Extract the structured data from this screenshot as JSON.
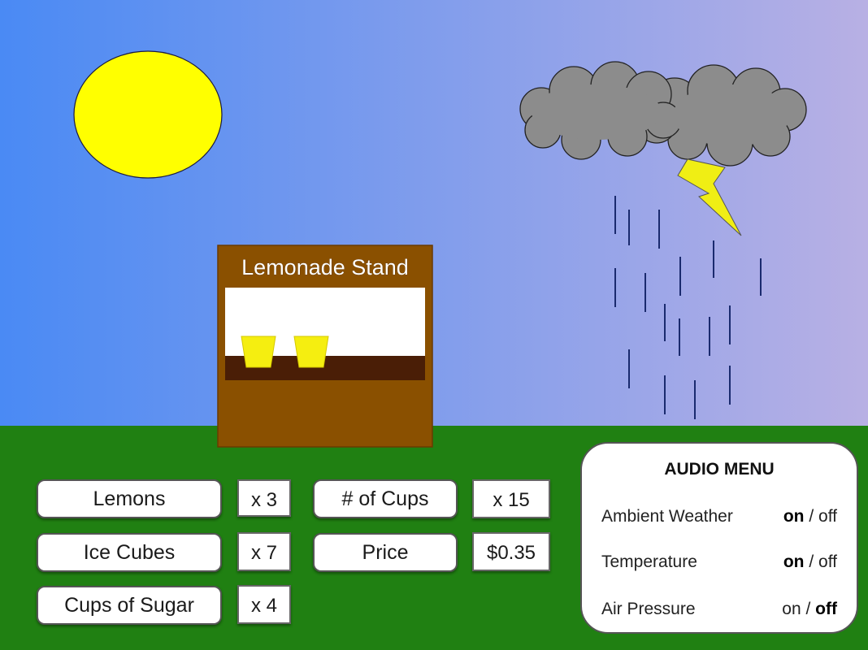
{
  "stand": {
    "sign": "Lemonade Stand"
  },
  "inventory": [
    {
      "label": "Lemons",
      "count": "x 3"
    },
    {
      "label": "Ice Cubes",
      "count": "x 7"
    },
    {
      "label": "Cups of Sugar",
      "count": "x 4"
    }
  ],
  "sales": [
    {
      "label": "# of Cups",
      "value": "x 15"
    },
    {
      "label": "Price",
      "value": "$0.35"
    }
  ],
  "audio_menu": {
    "title": "AUDIO MENU",
    "separator": "/",
    "items": [
      {
        "label": "Ambient Weather",
        "on": "on",
        "off": "off",
        "selected": "on"
      },
      {
        "label": "Temperature",
        "on": "on",
        "off": "off",
        "selected": "on"
      },
      {
        "label": "Air Pressure",
        "on": "on",
        "off": "off",
        "selected": "off"
      }
    ]
  },
  "colors": {
    "sky_left": "#4a8af4",
    "sky_right": "#b8b0e4",
    "grass": "#208012",
    "sun": "#ffff00",
    "cloud": "#8c8c8c",
    "lightning": "#f0ee14",
    "stand_wood": "#8a5000",
    "counter": "#4a1e06",
    "cup": "#f5ee10",
    "rain": "#1a2a6e"
  }
}
